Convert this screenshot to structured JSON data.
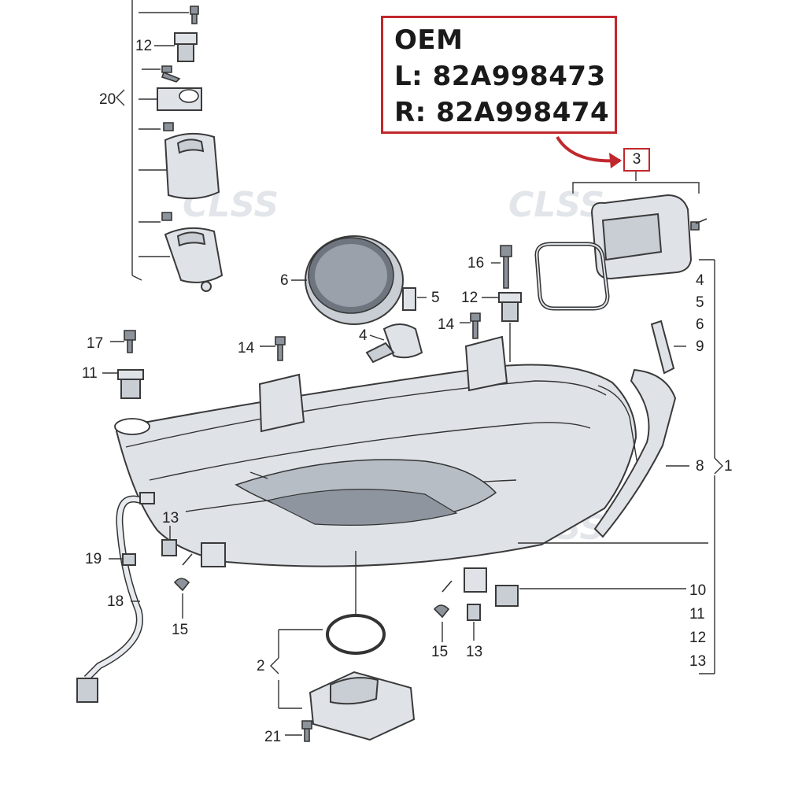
{
  "oem": {
    "title": "OEM",
    "left": "L: 82A998473",
    "right": "R: 82A998474",
    "callout": "3"
  },
  "watermark": "CLSS",
  "colors": {
    "accent": "#c0282d",
    "part_fill": "#dfe3e8",
    "line": "#333333"
  },
  "labels": {
    "l20": "20",
    "l12a": "12",
    "l6": "6",
    "l16": "16",
    "l5": "5",
    "l12b": "12",
    "l14a": "14",
    "l4": "4",
    "l17": "17",
    "l11": "11",
    "l14b": "14",
    "r4": "4",
    "r5": "5",
    "r6": "6",
    "r9": "9",
    "r8": "8",
    "r1": "1",
    "l13a": "13",
    "l19": "19",
    "l18": "18",
    "l15a": "15",
    "l15b": "15",
    "l13b": "13",
    "r10": "10",
    "r11": "11",
    "r12": "12",
    "r13": "13",
    "l2": "2",
    "l21": "21"
  }
}
